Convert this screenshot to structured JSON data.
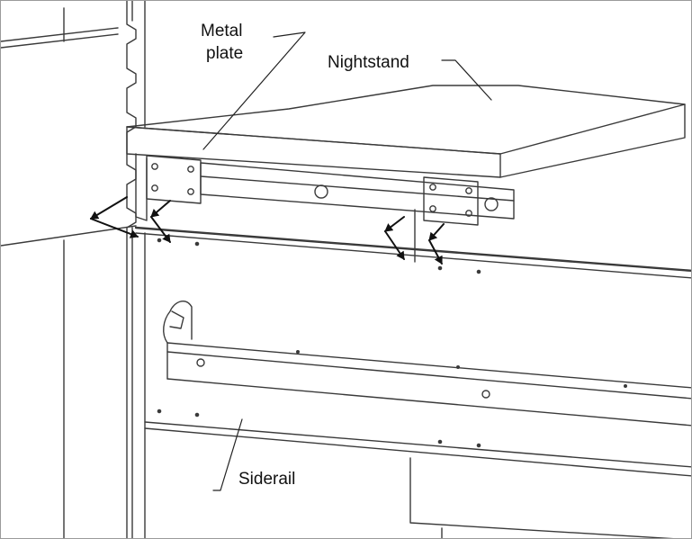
{
  "labels": {
    "metal_plate_line1": "Metal",
    "metal_plate_line2": "plate",
    "nightstand": "Nightstand",
    "siderail": "Siderail"
  },
  "colors": {
    "line": "#3a3a3a",
    "arrow": "#111111",
    "background": "#ffffff"
  }
}
